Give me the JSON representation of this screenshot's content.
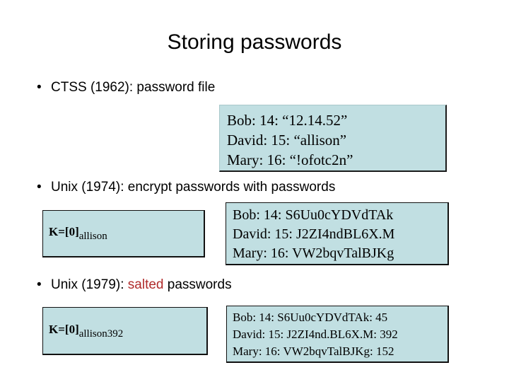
{
  "slide": {
    "title": "Storing passwords",
    "background_color": "#ffffff",
    "accent_box_color": "#c1dfe2",
    "highlight_color": "#b02b2b"
  },
  "bullets": [
    {
      "marker": "•",
      "text": "CTSS (1962): password file"
    },
    {
      "marker": "•",
      "text": "Unix (1974): encrypt passwords with passwords"
    },
    {
      "marker": "•",
      "text_before": "Unix (1979): ",
      "highlight": "salted",
      "text_after": " passwords"
    }
  ],
  "password_file_plaintext": {
    "lines": [
      "Bob: 14: “12.14.52”",
      "David: 15: “allison”",
      "Mary: 16: “!ofotc2n”"
    ]
  },
  "key_expression_unsalted": {
    "main": "K=[0]",
    "subscript": "allison"
  },
  "password_file_hashed": {
    "lines": [
      "Bob: 14: S6Uu0cYDVdTAk",
      "David: 15: J2ZI4ndBL6X.M",
      "Mary: 16: VW2bqvTalBJKg"
    ]
  },
  "key_expression_salted": {
    "main": "K=[0]",
    "subscript": "allison392"
  },
  "password_file_salted": {
    "lines": [
      "Bob: 14: S6Uu0cYDVdTAk: 45",
      "David: 15: J2ZI4nd.BL6X.M: 392",
      "Mary: 16: VW2bqvTalBJKg: 152"
    ]
  }
}
